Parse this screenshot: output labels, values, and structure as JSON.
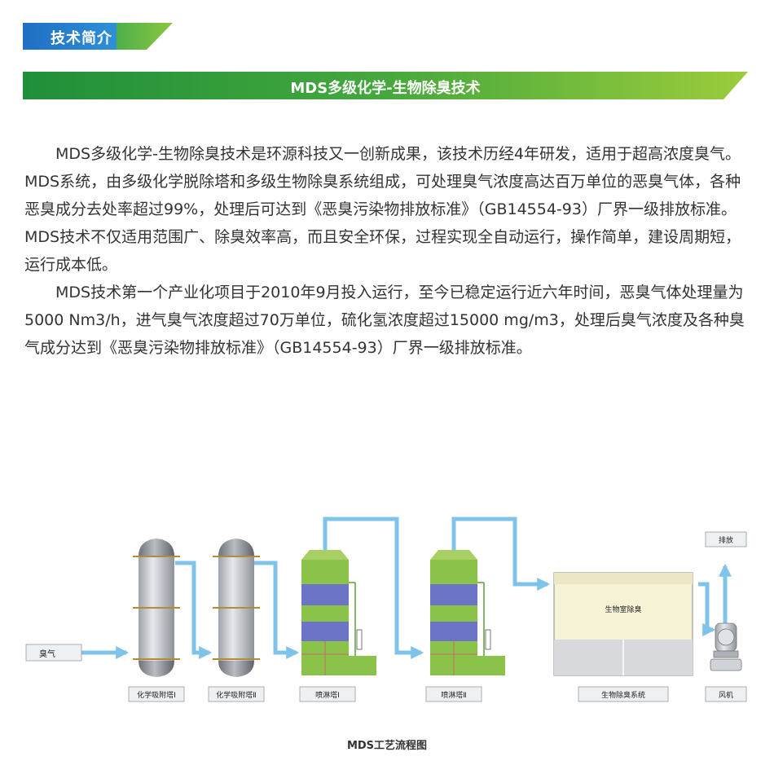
{
  "header": {
    "tag": "技术简介",
    "banner": "MDS多级化学-生物除臭技术"
  },
  "intro": {
    "paragraphs": [
      "MDS多级化学-生物除臭技术是环源科技又一创新成果，该技术历经4年研发，适用于超高浓度臭气。MDS系统，由多级化学脱除塔和多级生物除臭系统组成，可处理臭气浓度高达百万单位的恶臭气体，各种恶臭成分去处率超过99%，处理后可达到《恶臭污染物排放标准》（GB14554-93）厂界一级排放标准。MDS技术不仅适用范围广、除臭效率高，而且安全环保，过程实现全自动运行，操作简单，建设周期短，运行成本低。",
      "MDS技术第一个产业化项目于2010年9月投入运行，至今已稳定运行近六年时间，恶臭气体处理量为5000 Nm3/h，进气臭气浓度超过70万单位，硫化氢浓度超过15000 mg/m3，处理后臭气浓度及各种臭气成分达到《恶臭污染物排放标准》（GB14554-93）厂界一级排放标准。"
    ]
  },
  "diagram": {
    "labels": {
      "inlet": "臭气",
      "tower_chem_1": "化学吸附塔Ⅰ",
      "tower_chem_2": "化学吸附塔Ⅱ",
      "tower_spray_1": "喷淋塔Ⅰ",
      "tower_spray_2": "喷淋塔Ⅱ",
      "bio_system": "生物除臭系统",
      "bio_room": "生物室除臭",
      "fan": "风机",
      "outlet": "排放"
    },
    "caption": "MDS工艺流程图",
    "colors": {
      "pipe": "#7fc4e8",
      "green": "#8bc24a",
      "blue": "#6c74c6",
      "steel": "#c8ccd2",
      "bio": "#f5f2d6",
      "banner": "#2e9a3b"
    }
  }
}
